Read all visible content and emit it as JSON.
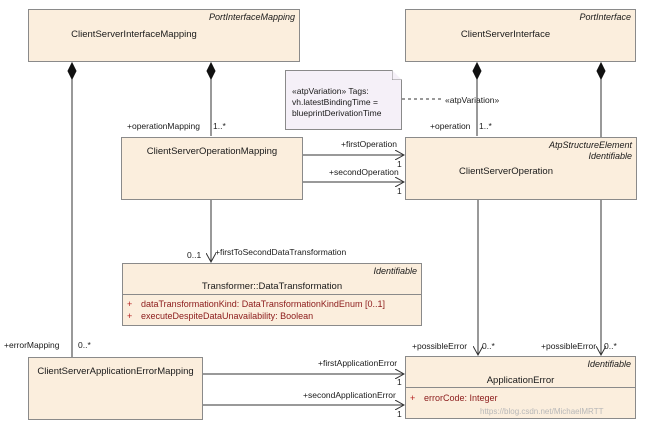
{
  "classes": {
    "csim": {
      "stereotype": "PortInterfaceMapping",
      "name": "ClientServerInterfaceMapping"
    },
    "csi": {
      "stereotype": "PortInterface",
      "name": "ClientServerInterface"
    },
    "csom": {
      "name": "ClientServerOperationMapping"
    },
    "cso": {
      "stereotype1": "AtpStructureElement",
      "stereotype2": "Identifiable",
      "name": "ClientServerOperation"
    },
    "transformer": {
      "stereotype": "Identifiable",
      "name": "Transformer::DataTransformation",
      "attributes": [
        {
          "marker": "+",
          "text": "dataTransformationKind: DataTransformationKindEnum [0..1]"
        },
        {
          "marker": "+",
          "text": "executeDespiteDataUnavailability: Boolean"
        }
      ]
    },
    "csaem": {
      "name": "ClientServerApplicationErrorMapping"
    },
    "apperr": {
      "stereotype": "Identifiable",
      "name": "ApplicationError",
      "attributes": [
        {
          "marker": "+",
          "text": "errorCode: Integer"
        }
      ]
    }
  },
  "note": {
    "lines": [
      "«atpVariation» Tags:",
      "vh.latestBindingTime =",
      "blueprintDerivationTime"
    ]
  },
  "labels": {
    "atp_variation": "«atpVariation»",
    "operation_mapping": "+operationMapping",
    "operation_mapping_mult": "1..*",
    "operation": "+operation",
    "operation_mult": "1..*",
    "first_operation": "+firstOperation",
    "first_operation_mult": "1",
    "second_operation": "+secondOperation",
    "second_operation_mult": "1",
    "first_to_second": "+firstToSecondDataTransformation",
    "first_to_second_mult": "0..1",
    "error_mapping": "+errorMapping",
    "error_mapping_mult": "0..*",
    "possible_error_left": "+possibleError",
    "possible_error_left_mult": "0..*",
    "possible_error_right": "+possibleError",
    "possible_error_right_mult": "0..*",
    "first_app_error": "+firstApplicationError",
    "first_app_error_mult": "1",
    "second_app_error": "+secondApplicationError",
    "second_app_error_mult": "1"
  },
  "watermark": "https://blog.csdn.net/MichaelMRTT"
}
